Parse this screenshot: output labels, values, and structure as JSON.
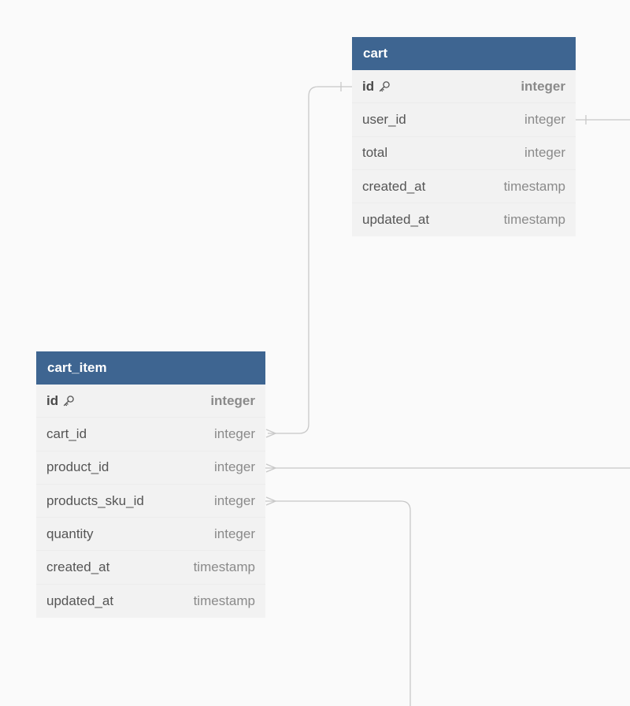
{
  "tables": {
    "cart": {
      "name": "cart",
      "columns": [
        {
          "name": "id",
          "type": "integer",
          "primary_key": true,
          "icon": "key-icon"
        },
        {
          "name": "user_id",
          "type": "integer"
        },
        {
          "name": "total",
          "type": "integer"
        },
        {
          "name": "created_at",
          "type": "timestamp"
        },
        {
          "name": "updated_at",
          "type": "timestamp"
        }
      ]
    },
    "cart_item": {
      "name": "cart_item",
      "columns": [
        {
          "name": "id",
          "type": "integer",
          "primary_key": true,
          "icon": "key-icon"
        },
        {
          "name": "cart_id",
          "type": "integer"
        },
        {
          "name": "product_id",
          "type": "integer"
        },
        {
          "name": "products_sku_id",
          "type": "integer"
        },
        {
          "name": "quantity",
          "type": "integer"
        },
        {
          "name": "created_at",
          "type": "timestamp"
        },
        {
          "name": "updated_at",
          "type": "timestamp"
        }
      ]
    }
  },
  "relationships": [
    {
      "from": "cart_item.cart_id",
      "to": "cart.id",
      "cardinality": "many-to-one"
    },
    {
      "from": "cart.user_id",
      "to": "offscreen",
      "cardinality": "one"
    },
    {
      "from": "cart_item.product_id",
      "to": "offscreen",
      "cardinality": "many"
    },
    {
      "from": "cart_item.products_sku_id",
      "to": "offscreen",
      "cardinality": "many"
    }
  ],
  "colors": {
    "background": "#fafafa",
    "header": "#3e6591",
    "header_text": "#ffffff",
    "row_background": "#f2f2f2",
    "connector": "#c8c8c8"
  }
}
